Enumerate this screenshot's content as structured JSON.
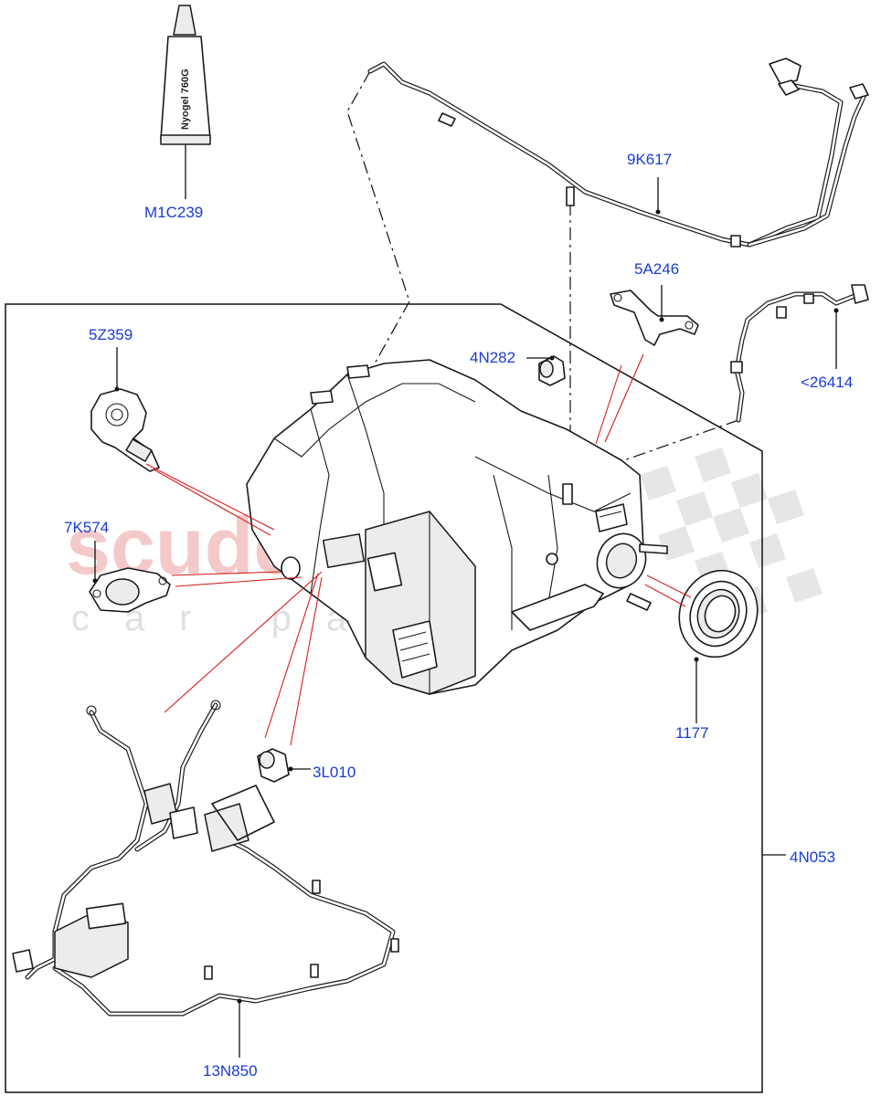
{
  "watermark": {
    "main": "scuderia",
    "sub": "car parts"
  },
  "tube_print": "Nyogel 760G",
  "labels": {
    "m1c239": "M1C239",
    "k9617": "9K617",
    "a5246": "5A246",
    "z5359": "5Z359",
    "n4282": "4N282",
    "l26414": "<26414",
    "k7574": "7K574",
    "l3010": "3L010",
    "p1177": "1177",
    "n4053": "4N053",
    "n13850": "13N850"
  },
  "colors": {
    "label": "#1a3bd6",
    "highlight_lines": "#d61e1e",
    "line_art": "#1a1a1a"
  }
}
